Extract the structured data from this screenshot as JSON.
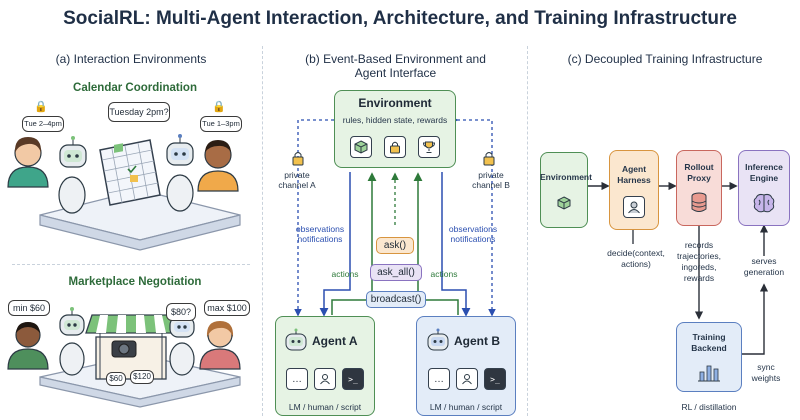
{
  "title": "SocialRL: Multi-Agent Interaction, Architecture, and Training Infrastructure",
  "panel_a": {
    "title": "(a)  Interaction Environments",
    "calendar": {
      "title": "Calendar Coordination",
      "left_slot": "Tue 2–4pm",
      "query": "Tuesday 2pm?",
      "right_slot": "Tue 1–3pm"
    },
    "market": {
      "title": "Marketplace Negotiation",
      "left_price": "min $60",
      "query": "$80?",
      "right_price": "max $100",
      "tag1": "$60",
      "tag2": "$120"
    }
  },
  "panel_b": {
    "title_line1": "(b)  Event-Based Environment and",
    "title_line2": "Agent Interface",
    "env_title": "Environment",
    "env_sub": "rules, hidden state, rewards",
    "chan_a_l1": "private",
    "chan_a_l2": "channel A",
    "chan_b_l1": "private",
    "chan_b_l2": "channel B",
    "obs_l1": "observations",
    "obs_l2": "notifications",
    "actions": "actions",
    "cmd_ask": "ask()",
    "cmd_ask_all": "ask_all()",
    "cmd_broadcast": "broadcast()",
    "agent_a": "Agent A",
    "agent_b": "Agent B",
    "agent_sub": "LM / human / script"
  },
  "panel_c": {
    "title": "(c)  Decoupled Training Infrastructure",
    "env": "Environment",
    "harness_l1": "Agent",
    "harness_l2": "Harness",
    "rollout_l1": "Rollout",
    "rollout_l2": "Proxy",
    "inference_l1": "Inference",
    "inference_l2": "Engine",
    "decide_l1": "decide(context,",
    "decide_l2": "actions)",
    "records": [
      "records",
      "trajectories,",
      "ingoreds,",
      "rewards"
    ],
    "serves_l1": "serves",
    "serves_l2": "generation",
    "training_l1": "Training",
    "training_l2": "Backend",
    "sync_l1": "sync",
    "sync_l2": "weights",
    "rl": "RL / distillation"
  },
  "colors": {
    "green_fill": "#e6f3e4",
    "green_border": "#4f8f55",
    "orange_fill": "#fbe7cf",
    "orange_border": "#d8953f",
    "red_fill": "#f8dcd8",
    "red_border": "#c9675e",
    "purple_fill": "#e9e3f5",
    "purple_border": "#8a73c0",
    "blue_fill": "#e3ecf8",
    "blue_border": "#5b7fc0",
    "arrow_blue": "#2b4fb0",
    "arrow_green": "#2e7a3a"
  }
}
